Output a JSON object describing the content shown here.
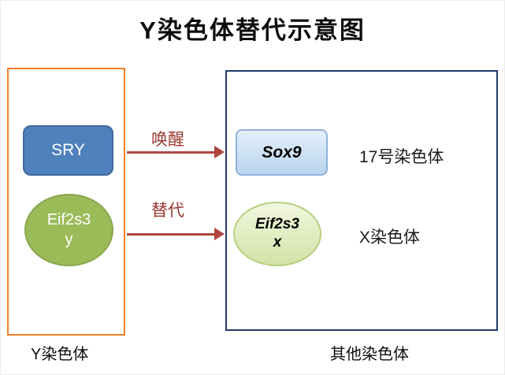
{
  "title": "Y染色体替代示意图",
  "left_group": {
    "label": "Y染色体",
    "sry": "SRY",
    "eif2s3y": {
      "line1": "Eif2s3",
      "line2": "y"
    }
  },
  "arrows": {
    "awaken": "唤醒",
    "replace": "替代"
  },
  "right_group": {
    "label": "其他染色体",
    "sox9": "Sox9",
    "eif2s3x": {
      "line1": "Eif2s3",
      "line2": "x"
    },
    "chr17_note": "17号染色体",
    "chrx_note": "X染色体"
  },
  "colors": {
    "sry_fill": "#4f81bd",
    "eif2s3y_fill": "#9bbb59",
    "sox9_fill_top": "#e4f0fa",
    "sox9_fill_bottom": "#b9d4ee",
    "eif2s3x_fill_top": "#f1f7df",
    "eif2s3x_fill_bottom": "#d2e3a6",
    "arrow": "#b04540",
    "arrow_label_text": "#99382f",
    "left_box_border": "#f07f2a",
    "right_box_border": "#1f3c6e"
  }
}
